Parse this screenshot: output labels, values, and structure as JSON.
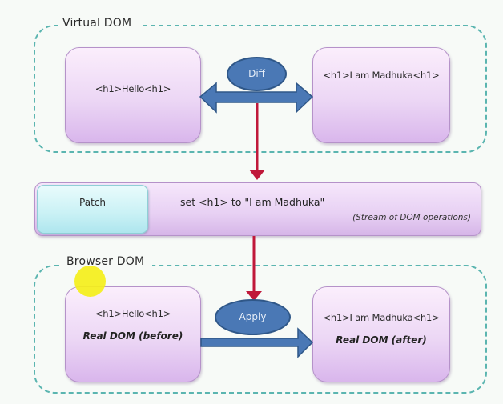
{
  "virtual_dom": {
    "label": "Virtual DOM",
    "left_node": {
      "code": "<h1>Hello<h1>"
    },
    "right_node": {
      "code": "<h1>I am Madhuka<h1>"
    },
    "operation": "Diff"
  },
  "patch": {
    "label": "Patch",
    "operation": "set <h1> to \"I am Madhuka\"",
    "note": "(Stream of DOM operations)"
  },
  "browser_dom": {
    "label": "Browser DOM",
    "left_node": {
      "code": "<h1>Hello<h1>",
      "caption": "Real DOM (before)"
    },
    "right_node": {
      "code": "<h1>I am Madhuka<h1>",
      "caption": "Real DOM (after)"
    },
    "operation": "Apply"
  },
  "colors": {
    "group_border": "#5bb5b0",
    "node_fill": "#ecd7f5",
    "patch_fill": "#c9f1f5",
    "ellipse_fill": "#4a78b5",
    "flow_arrow": "#c0183a",
    "horizontal_arrow": "#4a78b5",
    "cursor_highlight": "#f4ef1a"
  }
}
